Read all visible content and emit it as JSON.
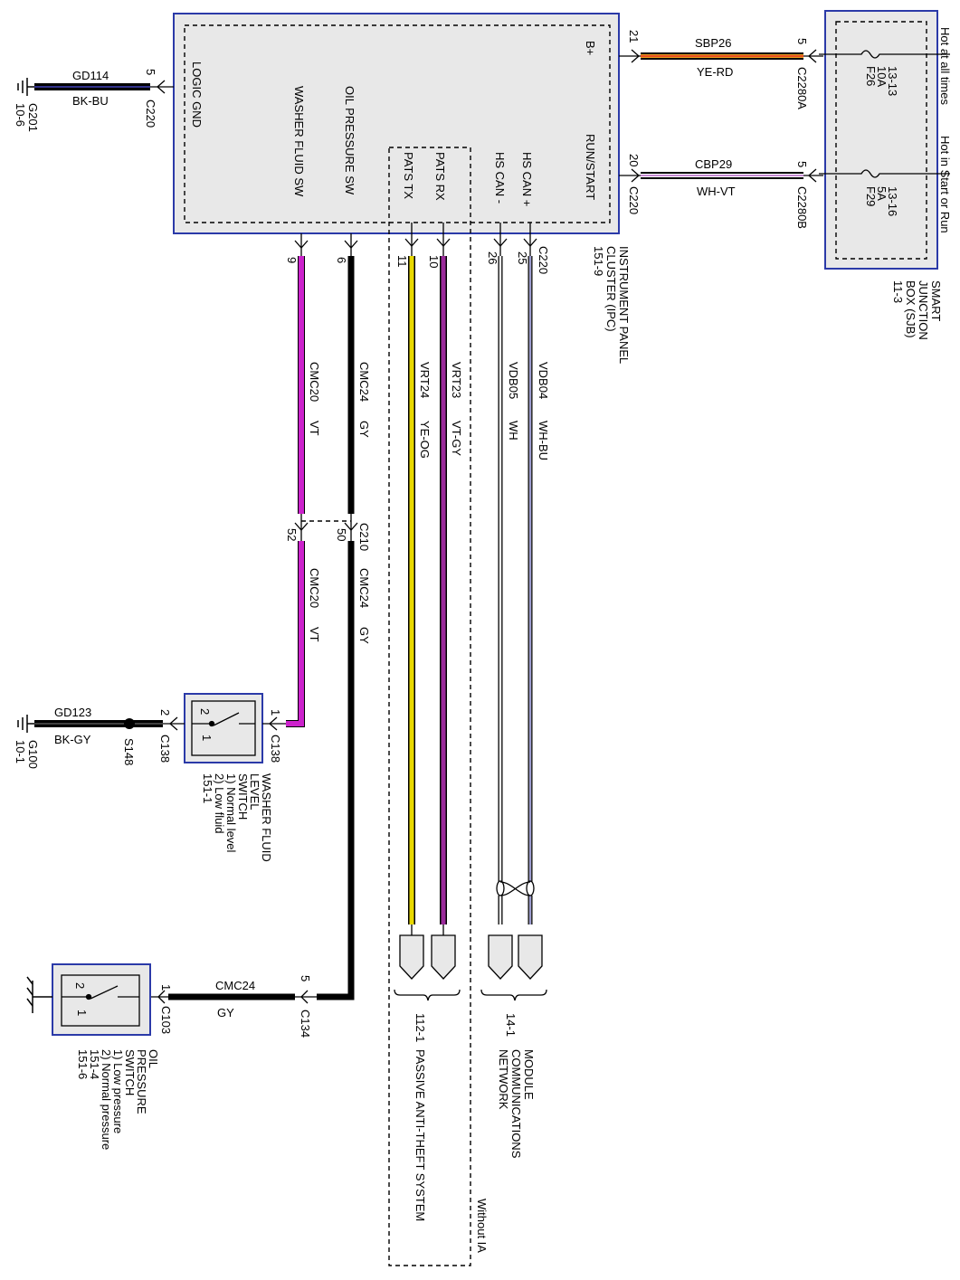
{
  "ipc": {
    "name_lines": [
      "INSTRUMENT PANEL",
      "CLUSTER (IPC)",
      "151-9"
    ],
    "pins": {
      "b_plus": "B+",
      "run_start": "RUN/START",
      "hs_can_plus": "HS CAN +",
      "hs_can_minus": "HS CAN -",
      "pats_rx": "PATS RX",
      "pats_tx": "PATS TX",
      "oil_pressure_sw": "OIL PRESSURE SW",
      "washer_fluid_sw": "WASHER FLUID SW",
      "logic_gnd": "LOGIC GND"
    }
  },
  "sjb": {
    "name_lines": [
      "SMART",
      "JUNCTION",
      "BOX (SJB)",
      "11-3"
    ],
    "hot_at_all_times": "Hot at all times",
    "hot_in_start_or_run": "Hot in Start or Run",
    "fuse_f26": [
      "F26",
      "10A",
      "13-13"
    ],
    "fuse_f29": [
      "F29",
      "5A",
      "13-16"
    ]
  },
  "wires": {
    "sbp26": {
      "circuit": "SBP26",
      "color": "YE-RD",
      "ipc_pin": "21",
      "sjb_pin": "5",
      "sjb_connector": "C2280A"
    },
    "cbp29": {
      "circuit": "CBP29",
      "color": "WH-VT",
      "ipc_pin": "20",
      "sjb_pin": "5",
      "sjb_connector": "C2280B",
      "ipc_connector": "C220"
    },
    "gd114": {
      "circuit": "GD114",
      "color": "BK-BU",
      "pin": "5",
      "connector": "C220",
      "ground": [
        "G201",
        "10-6"
      ]
    },
    "cmc20": {
      "circuit": "CMC20",
      "color": "VT",
      "pin_ipc": "9",
      "pin_c210": "52",
      "pin_switch": "1",
      "switch_connector": "C138"
    },
    "cmc24": {
      "circuit": "CMC24",
      "color": "GY",
      "pin_ipc": "6",
      "pin_c210": "50",
      "c210": "C210",
      "pin_c134": "5",
      "c134": "C134",
      "pin_switch": "1",
      "switch_connector": "C103"
    },
    "vrt24": {
      "circuit": "VRT24",
      "color": "YE-OG",
      "pin": "11"
    },
    "vrt23": {
      "circuit": "VRT23",
      "color": "VT-GY",
      "pin": "10"
    },
    "vdb05": {
      "circuit": "VDB05",
      "color": "WH",
      "pin": "26"
    },
    "vdb04": {
      "circuit": "VDB04",
      "color": "WH-BU",
      "pin": "25"
    },
    "c220_label": "C220",
    "gd123": {
      "circuit": "GD123",
      "color": "BK-GY",
      "splice": "S148",
      "pin_switch": "2",
      "switch_connector": "C138",
      "ground": [
        "G100",
        "10-1"
      ]
    }
  },
  "washer_switch": {
    "name_lines": [
      "WASHER FLUID",
      "LEVEL",
      "SWITCH",
      "1) Normal level",
      "2) Low fluid",
      "151-1"
    ],
    "pos1": "1",
    "pos2": "2"
  },
  "oil_switch": {
    "name_lines": [
      "OIL",
      "PRESSURE",
      "SWITCH",
      "1) Low pressure",
      "2) Normal pressure",
      "151-4",
      "151-6"
    ],
    "pos1": "1",
    "pos2": "2"
  },
  "references": {
    "pats_page": "112-1",
    "pats_name": "PASSIVE ANTI-THEFT SYSTEM",
    "mcn_page": "14-1",
    "mcn_name_lines": [
      "MODULE",
      "COMMUNICATIONS",
      "NETWORK"
    ],
    "without_ia": "Without IA"
  },
  "colors": {
    "block_outline": "#2b3aa8",
    "vt": "#cc22cc",
    "ye_og": "#e8d800",
    "vt_gy": "#9a2a9a",
    "wh_bu": "#3a3aa0",
    "ye_rd": "#f0a020",
    "wh_vt": "#b060c0",
    "black": "#000000"
  }
}
